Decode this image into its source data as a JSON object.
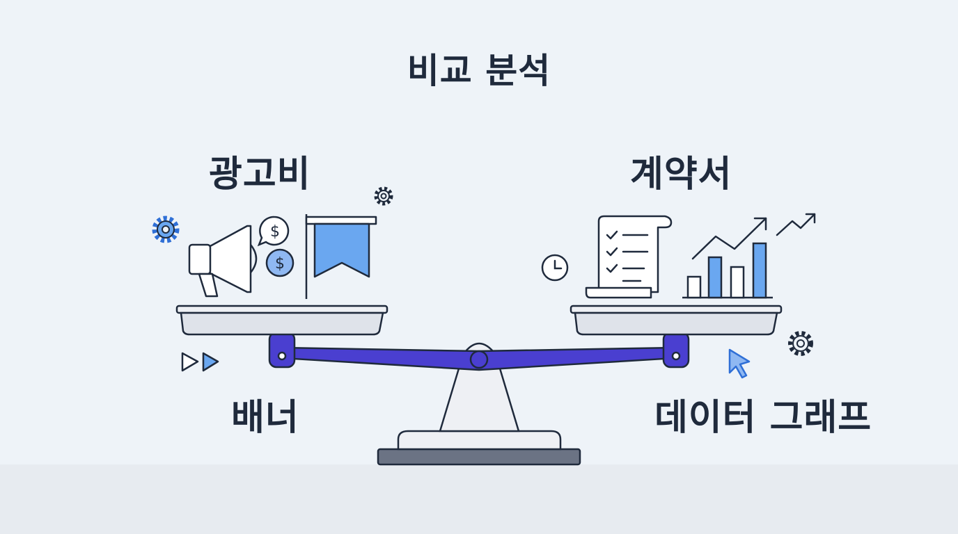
{
  "title": "비교 분석",
  "left": {
    "heading": "광고비",
    "subheading": "배너"
  },
  "right": {
    "heading": "계약서",
    "subheading": "데이터 그래프"
  },
  "icons": {
    "left": [
      "megaphone-icon",
      "dollar-coin-icon",
      "dollar-speech-icon",
      "flag-icon",
      "gear-icon",
      "play-arrows-icon"
    ],
    "right": [
      "document-checklist-icon",
      "bar-chart-icon",
      "trend-arrow-icon",
      "clock-icon",
      "gear-icon",
      "cursor-icon"
    ]
  },
  "colors": {
    "background": "#eef3f8",
    "ink": "#1f2a3c",
    "accent_blue": "#6aa7f0",
    "beam_purple": "#4a3fd0",
    "pan_gray": "#dfe3ea"
  }
}
